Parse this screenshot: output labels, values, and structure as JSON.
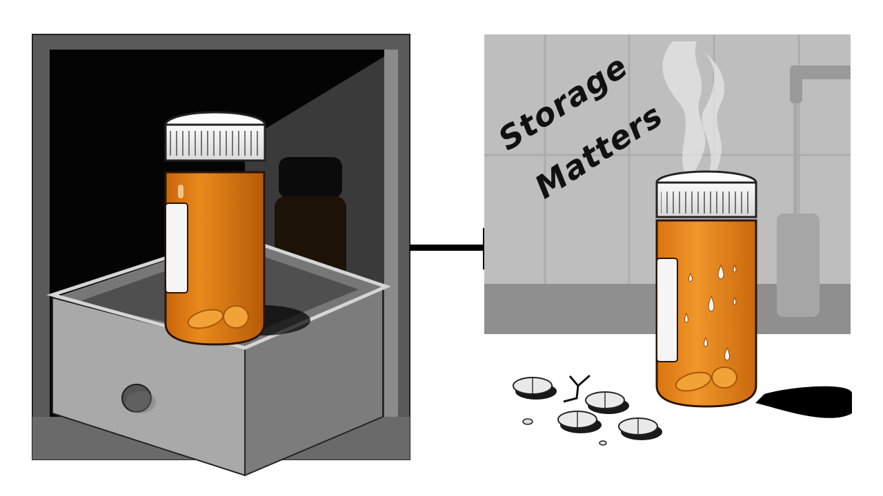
{
  "scene": {
    "description": "Two-panel illustration: pill bottle stored in a dark drawer (left) versus pill bottle exposed to steam and moisture near a sink (right)",
    "caption_line1": "Storage",
    "caption_line2": "Matters",
    "colors": {
      "amber": "#e07d12",
      "amber_dark": "#b35a06",
      "cabinet_frame": "#5a5a5a",
      "cabinet_interior": "#050505",
      "drawer": "#a9a9a9",
      "tile_wall": "#bdbdbd",
      "counter": "#8f8f8f",
      "cap": "#f2f2f2",
      "arrow": "#000000"
    }
  },
  "left_panel": {
    "label": "dark-cabinet-drawer",
    "items": [
      "pill-bottle",
      "shadow-bottle",
      "open-drawer",
      "drawer-knob"
    ]
  },
  "right_panel": {
    "label": "humid-bathroom",
    "items": [
      "pill-bottle-with-condensation",
      "steam",
      "faucet",
      "tile-wall",
      "crumbled-tablets"
    ],
    "tablet_count": 4
  }
}
